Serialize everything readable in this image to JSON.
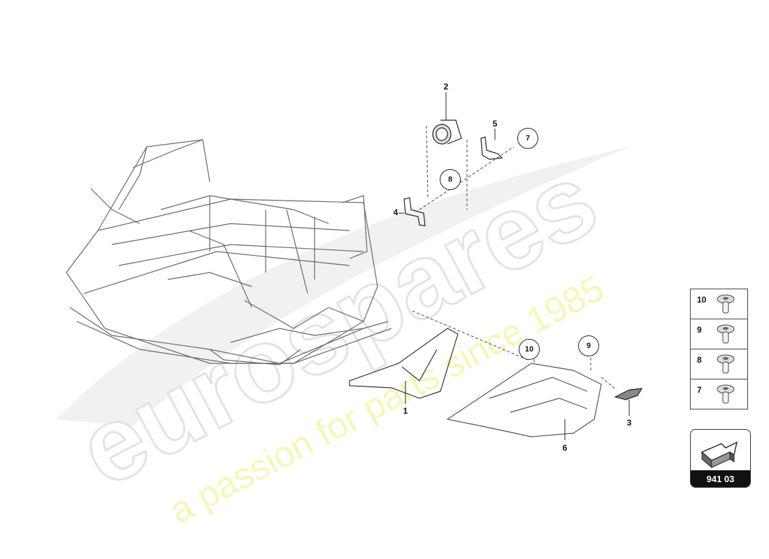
{
  "callouts": {
    "p1": "1",
    "p2": "2",
    "p3": "3",
    "p4": "4",
    "p5": "5",
    "p6": "6",
    "c7": "7",
    "c8": "8",
    "c9": "9",
    "c10": "10"
  },
  "kit_legend": [
    {
      "label": "10",
      "icon": "screw-icon"
    },
    {
      "label": "9",
      "icon": "screw-icon"
    },
    {
      "label": "8",
      "icon": "screw-icon"
    },
    {
      "label": "7",
      "icon": "screw-icon"
    }
  ],
  "page_ref": "941 03",
  "nav_icon": "arrow-icon",
  "watermark": {
    "brand": "eurospares",
    "tagline": "a passion for parts since 1985",
    "color_brand": "#e8e8e8",
    "color_tagline": "#f3f3a8"
  }
}
